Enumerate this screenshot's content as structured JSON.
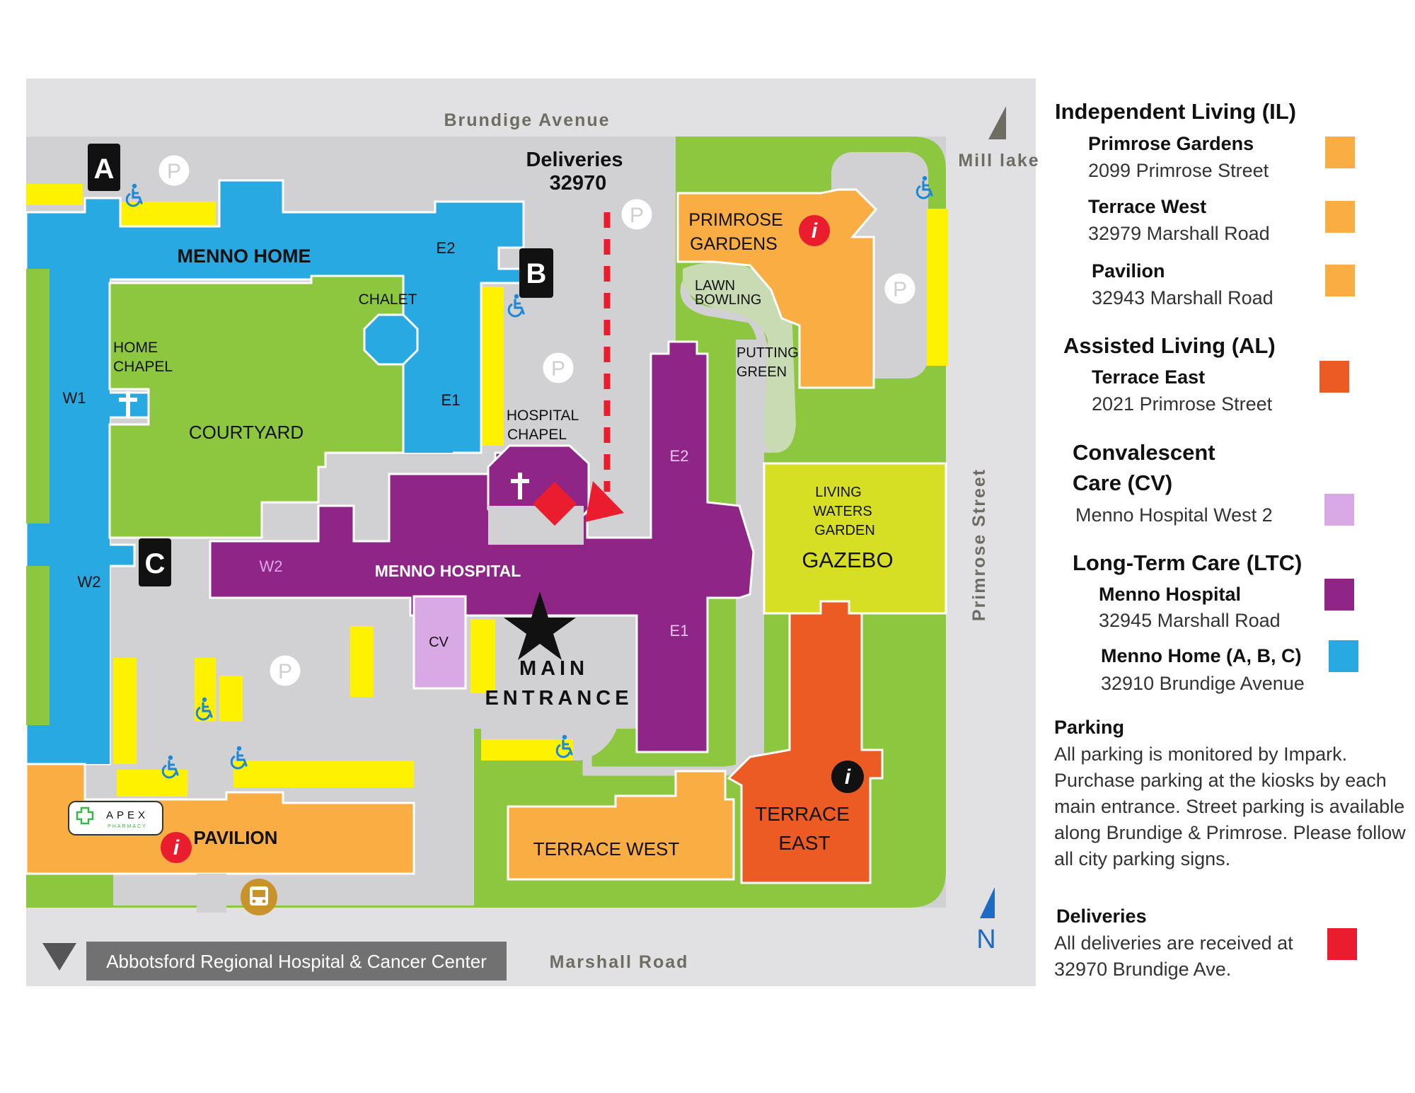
{
  "colors": {
    "independent_living": "#f9ad42",
    "assisted_living": "#ec5b24",
    "convalescent_care": "#d9a9e6",
    "long_term_care_hospital": "#8e2587",
    "long_term_care_home": "#29a9e1",
    "deliveries": "#ea1d2f",
    "green": "#8dc63f",
    "gazebo": "#d6df23",
    "parking": "#fff200",
    "road": "#d9d9db"
  },
  "streets": {
    "north": "Brundige Avenue",
    "south": "Marshall Road",
    "east": "Primrose Street",
    "northeast": "Mill lake"
  },
  "map_labels": {
    "deliveries_title": "Deliveries",
    "deliveries_number": "32970",
    "menno_home": "MENNO HOME",
    "menno_hospital": "MENNO HOSPITAL",
    "courtyard": "COURTYARD",
    "chalet": "CHALET",
    "home_chapel_1": "HOME",
    "home_chapel_2": "CHAPEL",
    "hospital_chapel_1": "HOSPITAL",
    "hospital_chapel_2": "CHAPEL",
    "primrose_1": "PRIMROSE",
    "primrose_2": "GARDENS",
    "lawn_1": "LAWN",
    "lawn_2": "BOWLING",
    "putting_1": "PUTTING",
    "putting_2": "GREEN",
    "living_1": "LIVING",
    "living_2": "WATERS",
    "living_3": "GARDEN",
    "gazebo": "GAZEBO",
    "terrace_west": "TERRACE WEST",
    "terrace_east_1": "TERRACE",
    "terrace_east_2": "EAST",
    "pavilion": "PAVILION",
    "main_1": "MAIN",
    "main_2": "ENTRANCE",
    "cv": "CV",
    "w1": "W1",
    "w2_home": "W2",
    "w2_hosp": "W2",
    "e1_home": "E1",
    "e2_home": "E2",
    "e1_hosp": "E1",
    "e2_hosp": "E2",
    "entrance_a": "A",
    "entrance_b": "B",
    "entrance_c": "C",
    "parking_symbol": "P",
    "info_symbol": "i",
    "pharmacy_name": "APEX",
    "pharmacy_sub": "PHARMACY",
    "north_arrow": "N",
    "hospital_link": "Abbotsford Regional Hospital & Cancer Center"
  },
  "legend": {
    "il_title": "Independent Living (IL)",
    "il_items": [
      {
        "name": "Primrose Gardens",
        "address": "2099 Primrose Street"
      },
      {
        "name": "Terrace West",
        "address": "32979 Marshall Road"
      },
      {
        "name": "Pavilion",
        "address": "32943 Marshall Road"
      }
    ],
    "al_title": "Assisted Living (AL)",
    "al_item": {
      "name": "Terrace East",
      "address": "2021 Primrose Street"
    },
    "cv_title_1": "Convalescent",
    "cv_title_2": "Care (CV)",
    "cv_address": "Menno Hospital West 2",
    "ltc_title": "Long-Term Care (LTC)",
    "ltc_items": [
      {
        "name": "Menno Hospital",
        "address": "32945 Marshall Road"
      },
      {
        "name": "Menno Home (A, B, C)",
        "address": "32910 Brundige Avenue"
      }
    ],
    "parking_title": "Parking",
    "parking_text": "All parking is monitored by Impark. Purchase parking at the kiosks by each main entrance. Street parking is available along Brundige & Primrose. Please follow all city parking signs.",
    "deliveries_title": "Deliveries",
    "deliveries_text": "All deliveries are received at 32970 Brundige Ave."
  }
}
